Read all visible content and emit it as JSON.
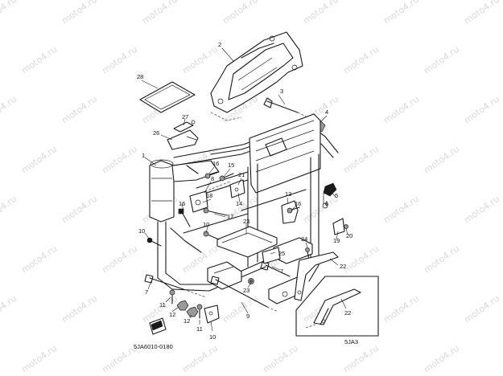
{
  "diagram_code": "5JA6010-0180",
  "inset_code": "5JA3",
  "watermark_text": "moto4.ru",
  "callouts": {
    "c1": "1",
    "c2": "2",
    "c3": "3",
    "c4": "4",
    "c5": "5",
    "c6": "6",
    "c7a": "7",
    "c7b": "7",
    "c8": "8",
    "c9": "9",
    "c10a": "10",
    "c10b": "10",
    "c10c": "10",
    "c11a": "11",
    "c11b": "11",
    "c12a": "12",
    "c12b": "12",
    "c13": "13",
    "c14": "14",
    "c15": "15",
    "c16a": "16",
    "c16b": "16",
    "c17": "17",
    "c18": "18",
    "c19": "19",
    "c20": "20",
    "c21": "21",
    "c22a": "22",
    "c22b": "22",
    "c23": "23",
    "c24": "24",
    "c25": "25",
    "c26": "26",
    "c27": "27",
    "c28": "28"
  }
}
